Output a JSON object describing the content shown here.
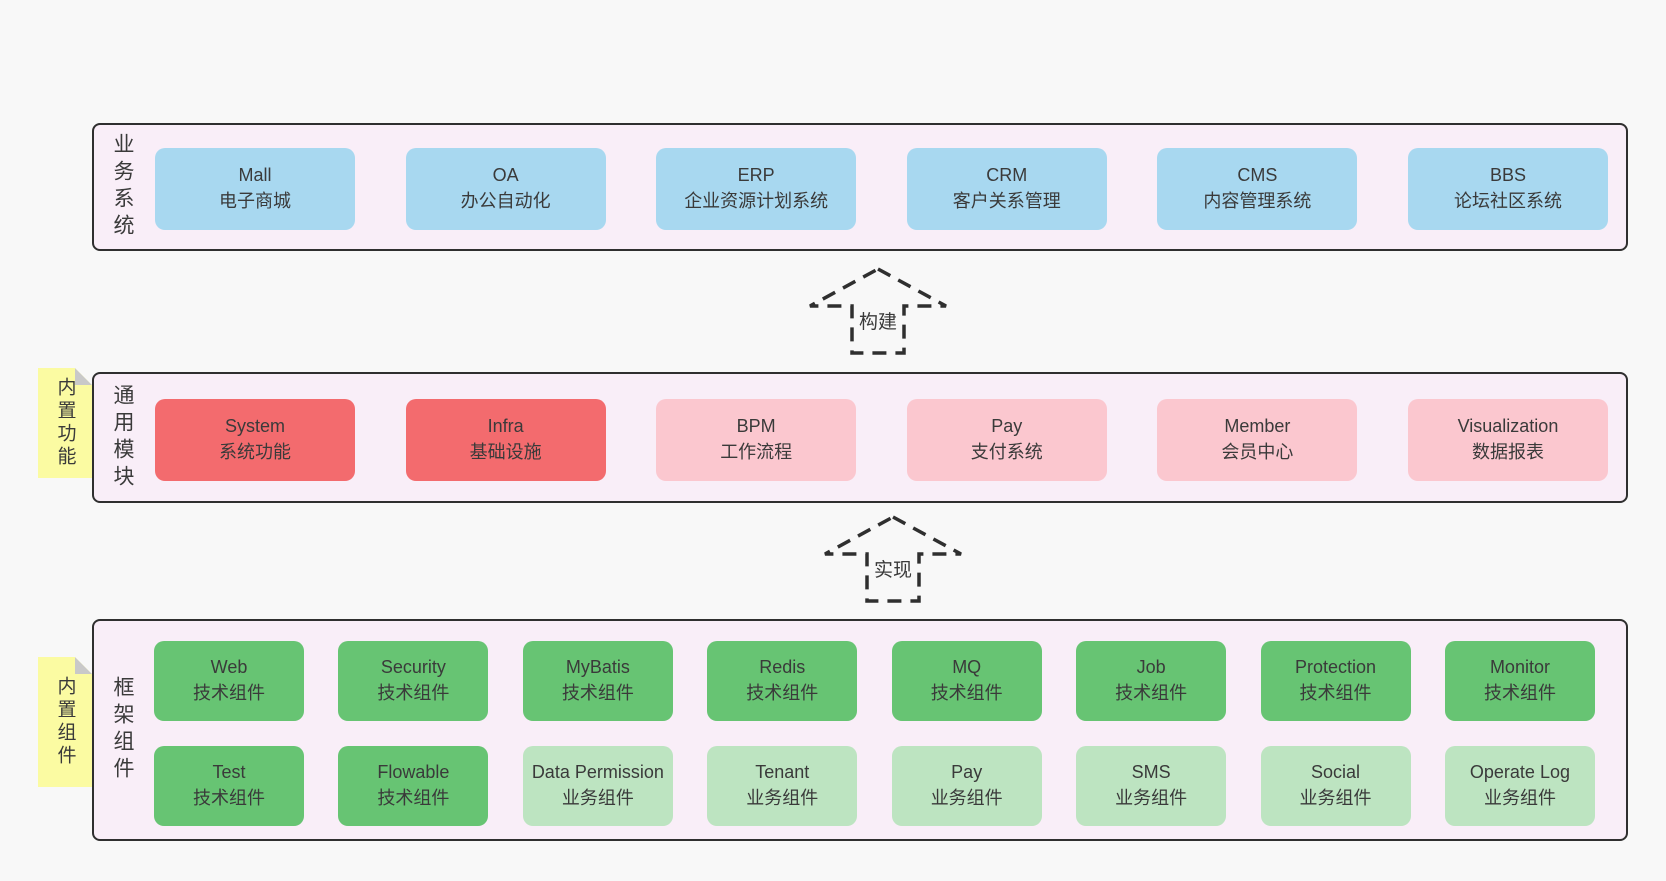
{
  "colors": {
    "page-bg": "#f8f8f8",
    "container-bg": "#f9eef8",
    "border": "#2f2f2f",
    "blue": "#a8d8f0",
    "red": "#f36b6e",
    "pink": "#fbc7cf",
    "green": "#67c473",
    "light-green": "#bde4c1",
    "note-yellow": "#fbfba2",
    "note-fold": "#c9c9c9",
    "text": "#3a3a3a"
  },
  "layers": [
    {
      "label": "业务系统",
      "boxes": [
        {
          "title": "Mall",
          "subtitle": "电子商城"
        },
        {
          "title": "OA",
          "subtitle": "办公自动化"
        },
        {
          "title": "ERP",
          "subtitle": "企业资源计划系统"
        },
        {
          "title": "CRM",
          "subtitle": "客户关系管理"
        },
        {
          "title": "CMS",
          "subtitle": "内容管理系统"
        },
        {
          "title": "BBS",
          "subtitle": "论坛社区系统"
        }
      ]
    },
    {
      "label": "通用模块",
      "note": "内置功能",
      "boxes": [
        {
          "title": "System",
          "subtitle": "系统功能"
        },
        {
          "title": "Infra",
          "subtitle": "基础设施"
        },
        {
          "title": "BPM",
          "subtitle": "工作流程"
        },
        {
          "title": "Pay",
          "subtitle": "支付系统"
        },
        {
          "title": "Member",
          "subtitle": "会员中心"
        },
        {
          "title": "Visualization",
          "subtitle": "数据报表"
        }
      ]
    },
    {
      "label": "框架组件",
      "note": "内置组件",
      "rows": [
        [
          {
            "title": "Web",
            "subtitle": "技术组件"
          },
          {
            "title": "Security",
            "subtitle": "技术组件"
          },
          {
            "title": "MyBatis",
            "subtitle": "技术组件"
          },
          {
            "title": "Redis",
            "subtitle": "技术组件"
          },
          {
            "title": "MQ",
            "subtitle": "技术组件"
          },
          {
            "title": "Job",
            "subtitle": "技术组件"
          },
          {
            "title": "Protection",
            "subtitle": "技术组件"
          },
          {
            "title": "Monitor",
            "subtitle": "技术组件"
          }
        ],
        [
          {
            "title": "Test",
            "subtitle": "技术组件"
          },
          {
            "title": "Flowable",
            "subtitle": "技术组件"
          },
          {
            "title": "Data Permission",
            "subtitle": "业务组件"
          },
          {
            "title": "Tenant",
            "subtitle": "业务组件"
          },
          {
            "title": "Pay",
            "subtitle": "业务组件"
          },
          {
            "title": "SMS",
            "subtitle": "业务组件"
          },
          {
            "title": "Social",
            "subtitle": "业务组件"
          },
          {
            "title": "Operate Log",
            "subtitle": "业务组件"
          }
        ]
      ]
    }
  ],
  "arrows": [
    {
      "label": "构建"
    },
    {
      "label": "实现"
    }
  ]
}
